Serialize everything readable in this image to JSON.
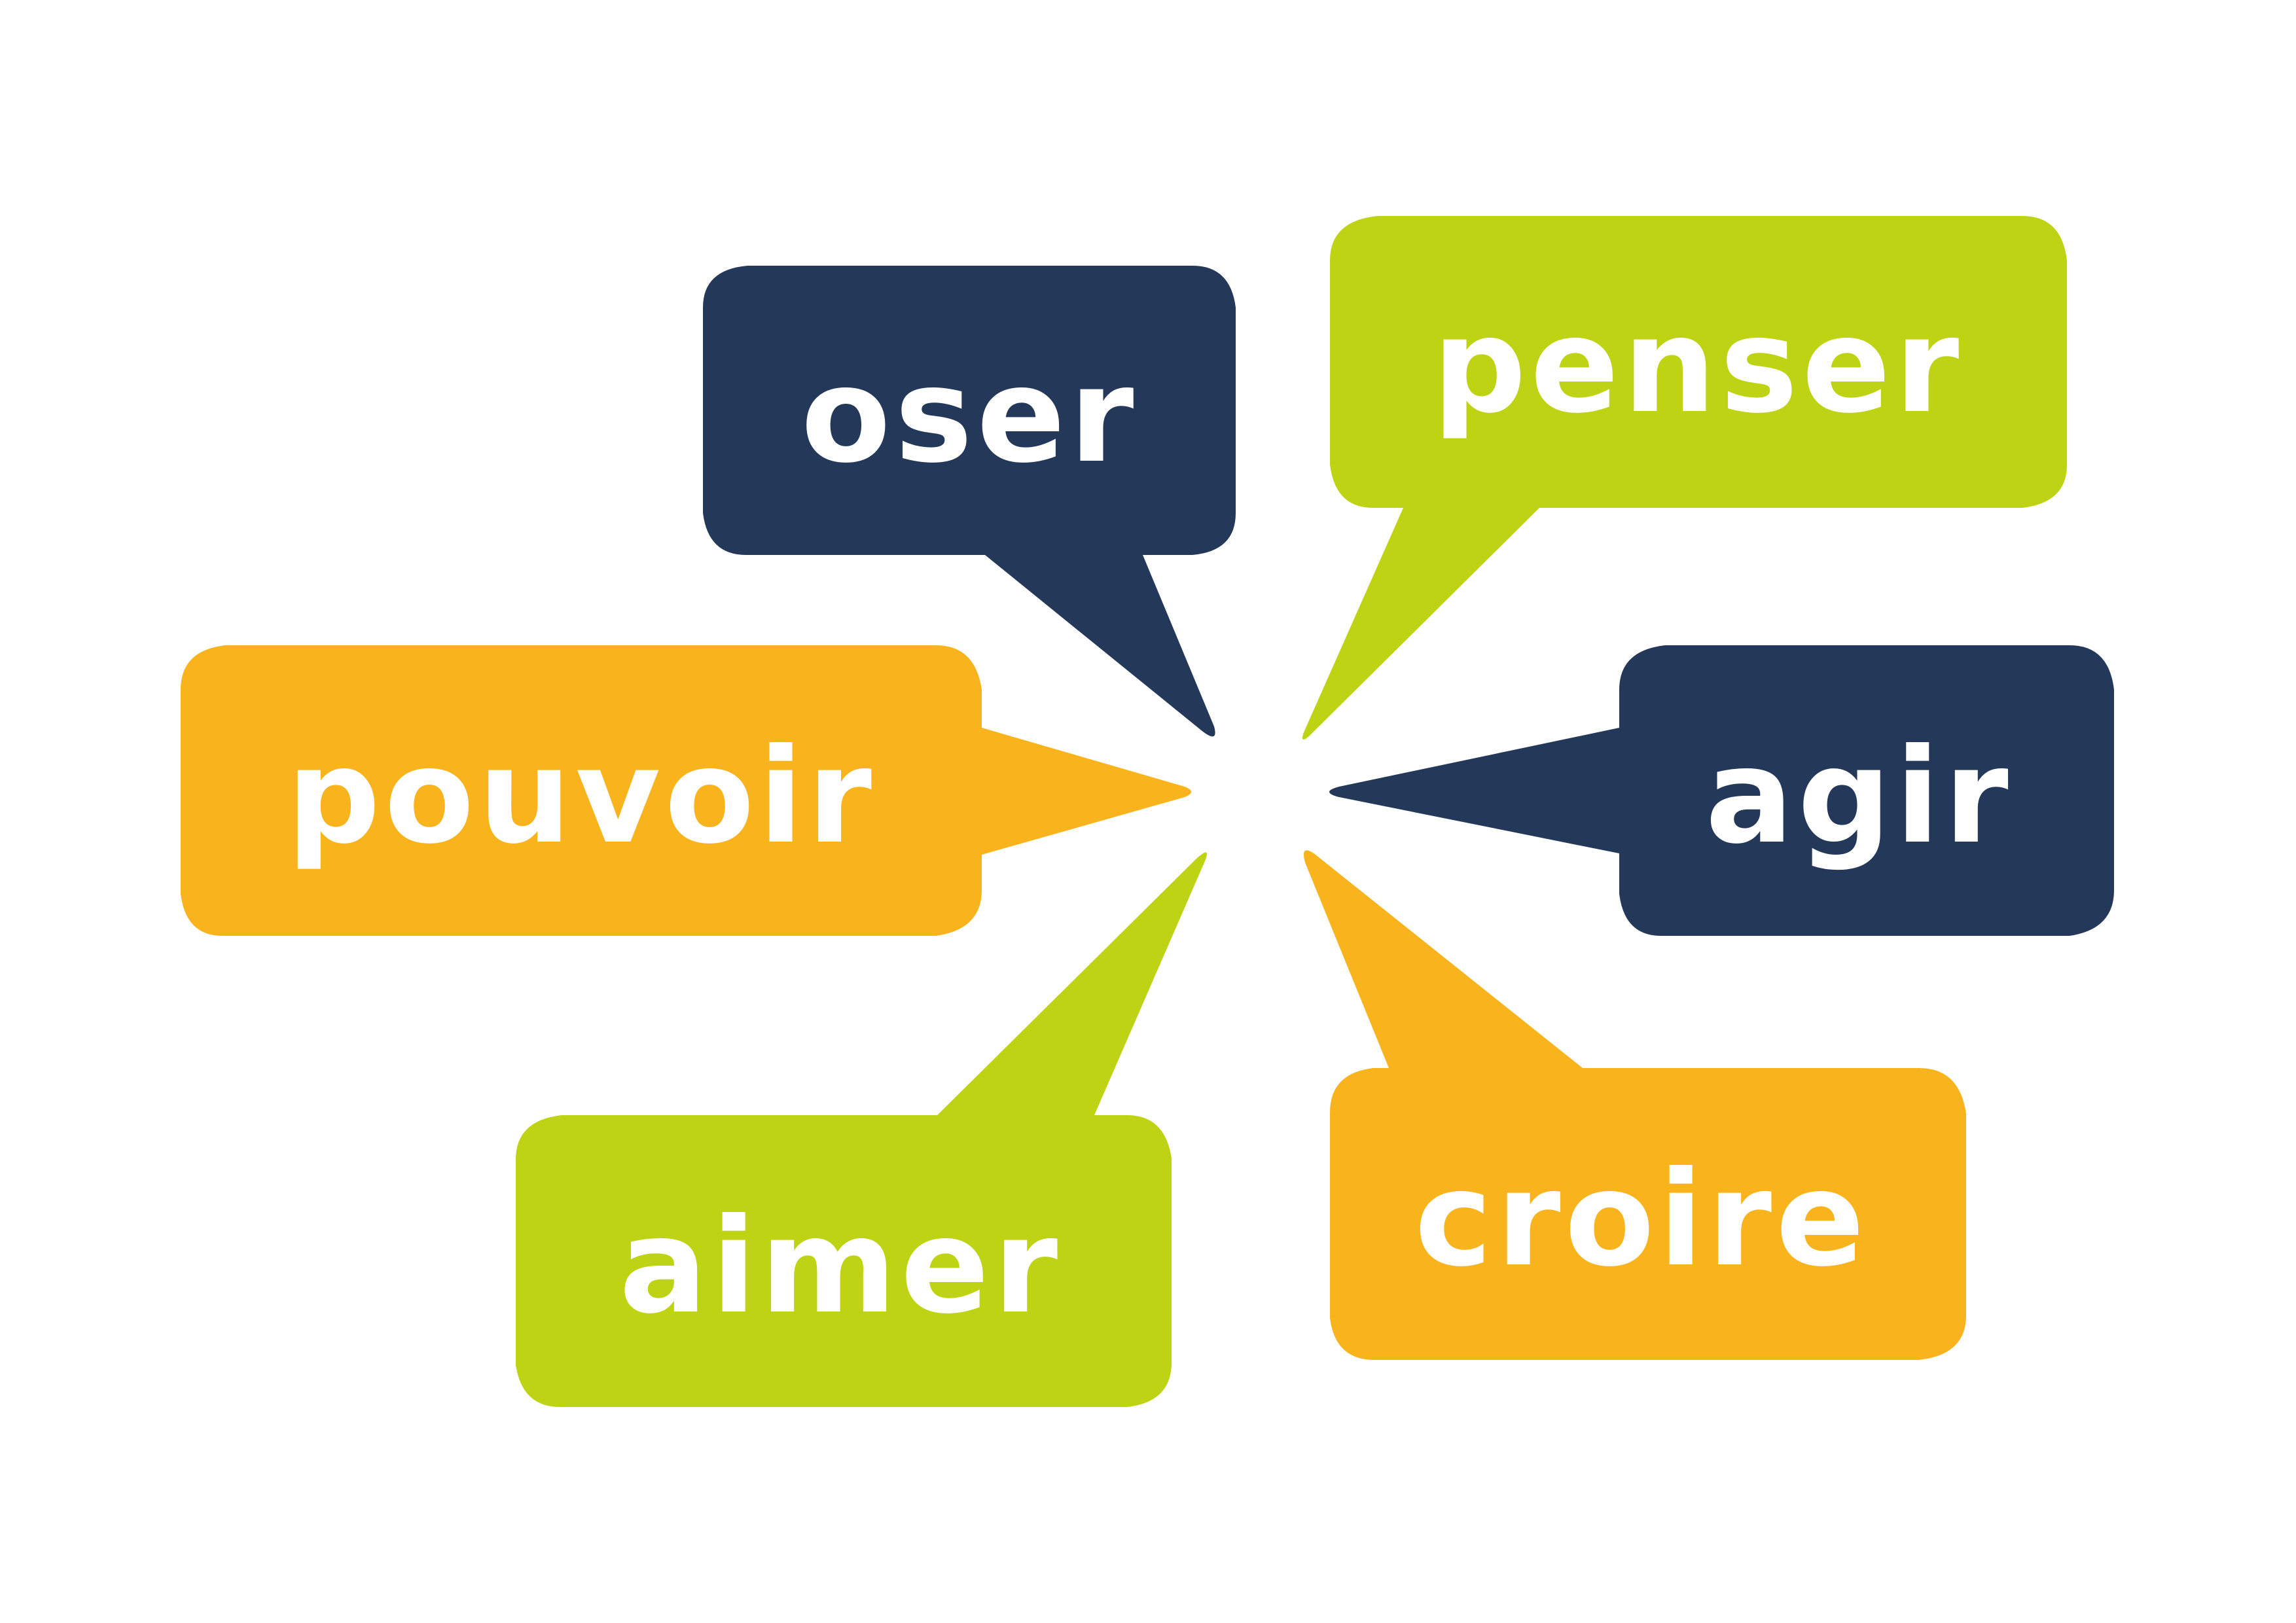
{
  "colors": {
    "navy": "#24385A",
    "lime": "#BDD313",
    "orange": "#F8B31D",
    "text": "#FFFFFF",
    "background": "#FFFFFF"
  },
  "bubbles": [
    {
      "id": "oser",
      "label": "oser",
      "color": "navy"
    },
    {
      "id": "penser",
      "label": "penser",
      "color": "lime"
    },
    {
      "id": "pouvoir",
      "label": "pouvoir",
      "color": "orange"
    },
    {
      "id": "agir",
      "label": "agir",
      "color": "navy"
    },
    {
      "id": "aimer",
      "label": "aimer",
      "color": "lime"
    },
    {
      "id": "croire",
      "label": "croire",
      "color": "orange"
    }
  ]
}
